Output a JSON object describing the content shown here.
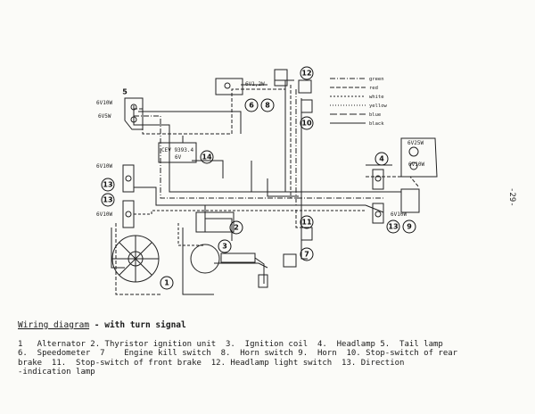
{
  "page_number": "-29-",
  "legend": [
    "green",
    "red",
    "white",
    "yellow",
    "blue",
    "black"
  ],
  "ratings": {
    "tail_top": "6V10W",
    "tail_bottom": "6V5W",
    "speedo_lamp": "6V1,2W",
    "turn_front_left": "6V10W",
    "turn_rear_left": "6V10W",
    "headlamp_top": "6V25W",
    "headlamp_mid": "6V10W",
    "turn_right": "6V10W"
  },
  "flasher": {
    "line1": "CEV 9393.4",
    "line2": "6V"
  },
  "component_numbers": {
    "n1": "1",
    "n2": "2",
    "n3": "3",
    "n4": "4",
    "n5": "5",
    "n6": "6",
    "n7": "7",
    "n8": "8",
    "n9": "9",
    "n10": "10",
    "n11": "11",
    "n12": "12",
    "n13a": "13",
    "n13b": "13",
    "n13c": "13",
    "n14": "14"
  },
  "caption": {
    "title_underlined": "Wiring diagram",
    "title_rest": " - with turn signal",
    "body": "1   Alternator 2. Thyristor ignition unit  3.  Ignition coil  4.  Headlamp 5.  Tail lamp\n6.  Speedometer  7    Engine kill switch  8.  Horn switch 9.  Horn  10. Stop-switch of rear\nbrake  11.  Stop-switch of front brake  12. Headlamp light switch  13. Direction\n-indication lamp"
  }
}
